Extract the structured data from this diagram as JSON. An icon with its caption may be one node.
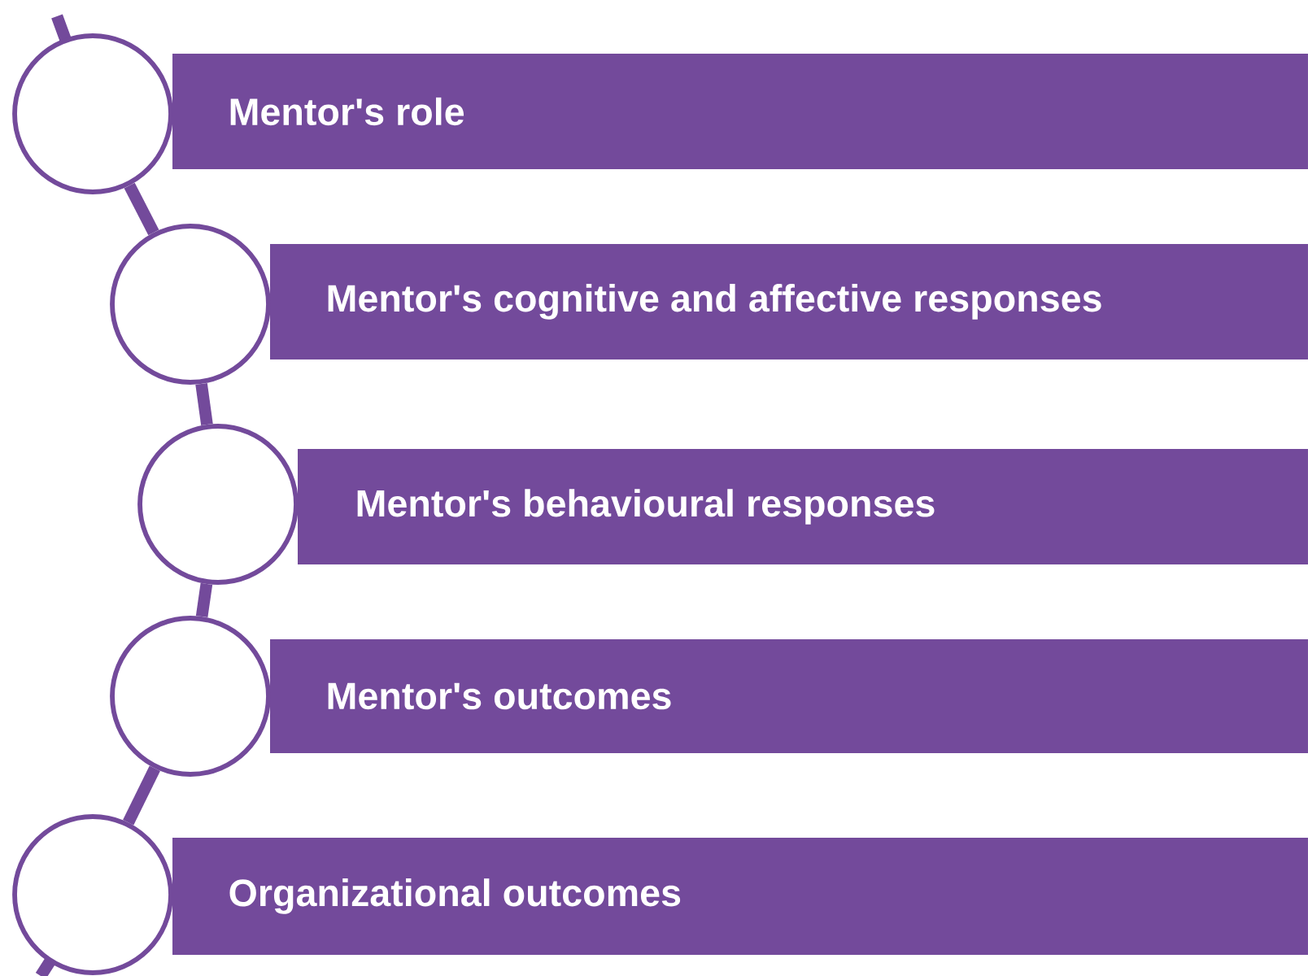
{
  "diagram": {
    "nodes": [
      {
        "text": [
          "Mentor's role"
        ]
      },
      {
        "text": [
          "Mentor's cognitive and affective responses"
        ]
      },
      {
        "text": [
          "Mentor's behavioural responses"
        ]
      },
      {
        "text": [
          "Mentor's outcomes"
        ]
      },
      {
        "text": [
          "Organizational outcomes"
        ]
      },
      {
        "text": [],
        "shape": "circle"
      },
      {
        "text": [],
        "shape": "circle"
      },
      {
        "text": [],
        "shape": "circle"
      },
      {
        "text": [],
        "shape": "circle"
      },
      {
        "text": [],
        "shape": "circle"
      }
    ],
    "edges": [
      {
        "from": 5,
        "to": 6,
        "arrow": "none"
      },
      {
        "from": 6,
        "to": 7,
        "arrow": "none"
      },
      {
        "from": 7,
        "to": 8,
        "arrow": "none"
      },
      {
        "from": 8,
        "to": 9,
        "arrow": "none"
      }
    ]
  }
}
